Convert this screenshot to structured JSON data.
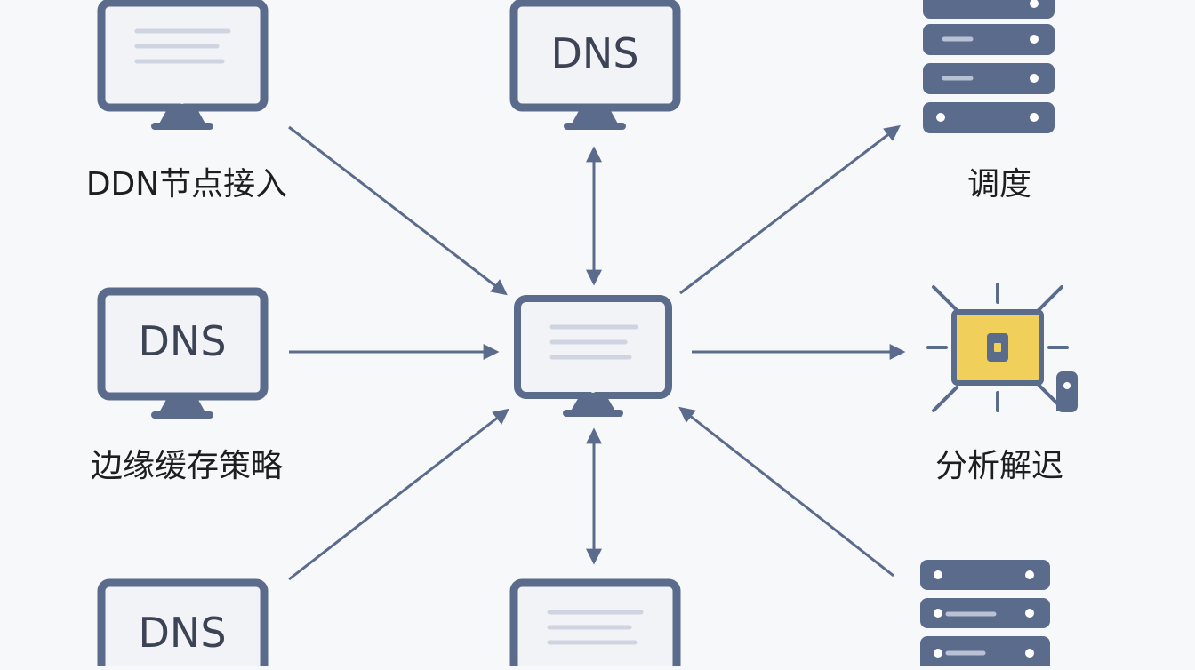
{
  "labels": {
    "ddn_access": "DDN节点接入",
    "edge_cache": "边缘缓存策略",
    "dispatch": "调度",
    "analyze_delay": "分析解迟"
  },
  "monitors": {
    "top_center_text": "DNS",
    "left_middle_text": "DNS",
    "left_bottom_text": "DNS"
  },
  "icons": {
    "monitor": "monitor-icon",
    "server": "server-rack-icon",
    "chip": "processor-chip-icon"
  },
  "colors": {
    "background": "#f7f8fa",
    "slate": "#5b6b8c",
    "screen": "#f1f3f7",
    "chip_yellow": "#f0cf5a",
    "text": "#1e1e1e"
  }
}
